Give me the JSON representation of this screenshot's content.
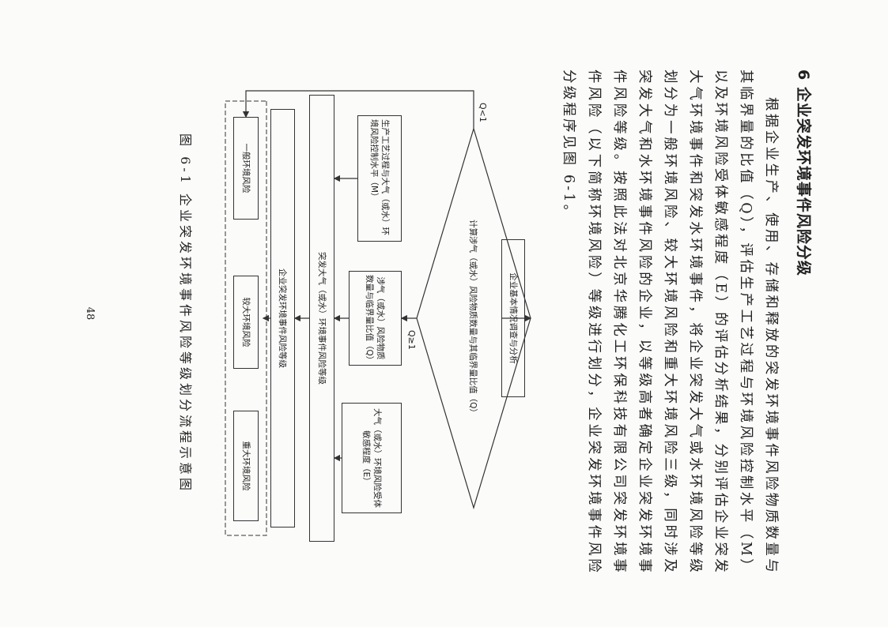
{
  "section": {
    "title": "6 企业突发环境事件风险分级",
    "paragraph": "根据企业生产、使用、存储和释放的突发环境事件风险物质数量与其临界量的比值（Q），评估生产工艺过程与环境风险控制水平（M）以及环境风险受体敏感程度（E）的评估分析结果，分别评估企业突发大气环境事件和突发水环境事件，将企业突发大气或水环境风险等级划分为一般环境风险、较大环境风险和重大环境风险三级，同时涉及突发大气和水环境事件风险的企业，以等级高者确定企业突发环境事件风险等级。按照此法对北京华腾化工环保科技有限公司突发环境事件风险（以下简称环境风险）等级进行划分，企业突发环境事件风险分级程序见图 6-1。"
  },
  "flowchart": {
    "start": "企业基本情况调查与分析",
    "decision": "计算涉气（或水）风险物质数量与其临界量比值（Q）",
    "q_less": "Q<1",
    "q_ge": "Q≥1",
    "m_box": "生产工艺过程与大气（或水）环境风险控制水平（M）",
    "q_box": "涉气（或水）风险物质数量与临界量比值（Q）",
    "e_box": "大气（或水）环境风险受体敏感程度（E）",
    "grade_box": "突发大气（或水）环境事件风险等级",
    "company_box": "企业突发环境事件风险等级",
    "results": [
      "一般环境风险",
      "较大环境风险",
      "重大环境风险"
    ]
  },
  "caption": "图 6-1  企业突发环境事件风险等级划分流程示意图",
  "page_number": "48"
}
